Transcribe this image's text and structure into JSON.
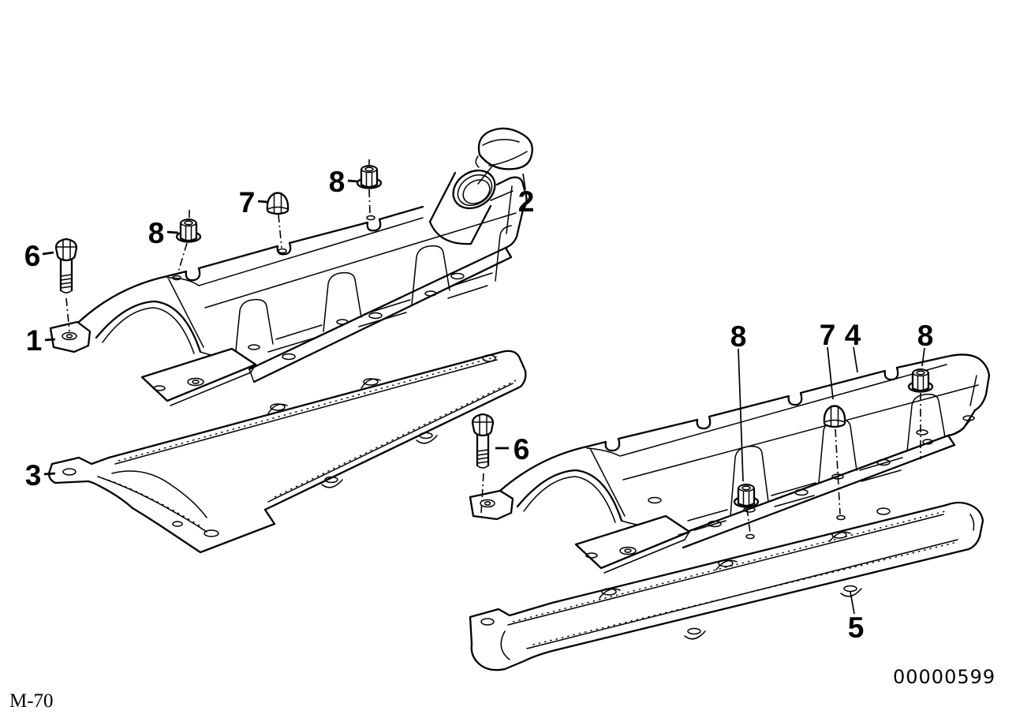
{
  "figure": {
    "background_color": "#ffffff",
    "line_color": "#000000",
    "callouts": {
      "left_bolt": "6",
      "left_cover": "1",
      "left_gasket": "3",
      "left_stud_nut_front": "8",
      "left_cap_nut": "7",
      "left_stud_nut_rear": "8",
      "oil_filler_cap": "2",
      "right_stud_nut_front": "8",
      "right_cap_nut": "7",
      "right_cover": "4",
      "right_stud_nut_rear": "8",
      "right_bolt": "6",
      "right_gasket": "5"
    },
    "footer": {
      "engine_code": "M-70",
      "drawing_number": "00000599"
    }
  }
}
